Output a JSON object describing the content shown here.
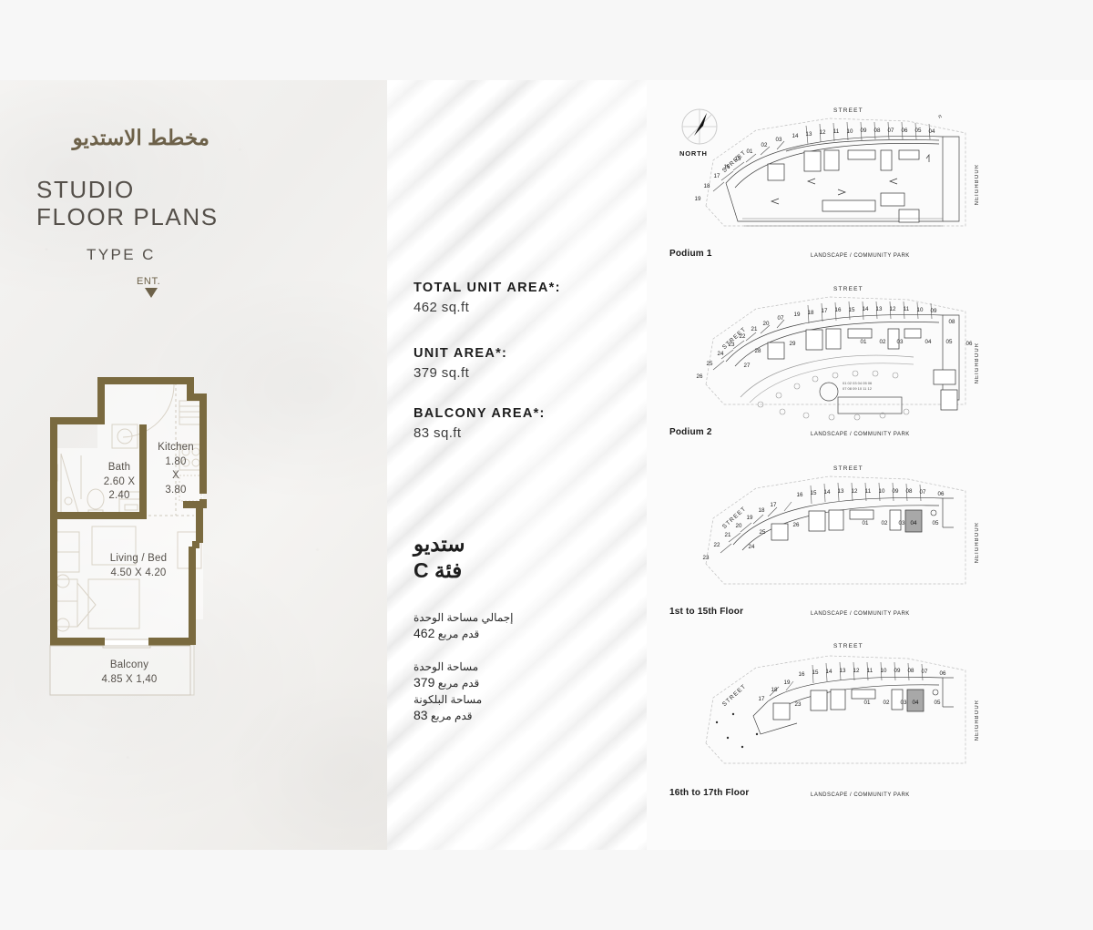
{
  "header": {
    "title_ar": "مخطط الاستديو",
    "title_en_line1": "STUDIO",
    "title_en_line2": "FLOOR PLANS",
    "type_label": "TYPE C"
  },
  "floor_plan": {
    "entrance_label": "ENT.",
    "rooms": [
      {
        "name": "Bath",
        "dims": "2.60 X",
        "dims2": "2.40"
      },
      {
        "name": "Kitchen",
        "dims": "1.80",
        "x": "X",
        "dims2": "3.80"
      },
      {
        "name": "Living / Bed",
        "dims": "4.50 X 4.20"
      },
      {
        "name": "Balcony",
        "dims": "4.85 X 1,40"
      }
    ],
    "wall_color": "#7a6a3f"
  },
  "areas_en": [
    {
      "label": "TOTAL UNIT AREA*:",
      "value": "462 sq.ft"
    },
    {
      "label": "UNIT AREA*:",
      "value": "379 sq.ft"
    },
    {
      "label": "BALCONY AREA*:",
      "value": "83 sq.ft"
    }
  ],
  "areas_ar": {
    "title_line1": "ستديو",
    "title_line2": "فئة C",
    "rows": [
      {
        "label": "إجمالي مساحة الوحدة",
        "value": "462",
        "unit": "قدم مربع"
      },
      {
        "label": "مساحة الوحدة",
        "value": "379",
        "unit": "قدم مربع"
      },
      {
        "label": "مساحة البلكونة",
        "value": "83",
        "unit": "قدم مربع"
      }
    ]
  },
  "key_plans": {
    "north_label": "NORTH",
    "street_label": "STREET",
    "park_label": "LANDSCAPE / COMMUNITY PARK",
    "neighbour_label": "NEIGHBOUR",
    "highlight_color": "#a8a8a8",
    "plans": [
      {
        "title": "Podium 1",
        "top_units": [
          "14",
          "13",
          "12",
          "11",
          "10",
          "09",
          "08",
          "07",
          "06",
          "05",
          "04",
          "03",
          "02",
          "01"
        ],
        "left_units": [
          "19",
          "18",
          "17",
          "16",
          "15"
        ],
        "highlight": null
      },
      {
        "title": "Podium 2",
        "top_units": [
          "19",
          "18",
          "17",
          "16",
          "15",
          "14",
          "13",
          "12",
          "11",
          "10",
          "09",
          "08",
          "07"
        ],
        "left_units": [
          "26",
          "25",
          "24",
          "23",
          "22",
          "21",
          "20"
        ],
        "inner_units": [
          "29",
          "01",
          "02",
          "03",
          "04",
          "05",
          "06"
        ],
        "extra_units": [
          "28",
          "27"
        ],
        "highlight": null
      },
      {
        "title": "1st to 15th Floor",
        "top_units": [
          "16",
          "15",
          "14",
          "13",
          "12",
          "11",
          "10",
          "09",
          "08",
          "07",
          "06"
        ],
        "left_units": [
          "23",
          "22",
          "21",
          "20",
          "19",
          "18",
          "17"
        ],
        "inner_units": [
          "26",
          "01",
          "02",
          "03",
          "04",
          "05"
        ],
        "extra_units": [
          "25",
          "24"
        ],
        "highlight": "04"
      },
      {
        "title": "16th to 17th Floor",
        "top_units": [
          "16",
          "15",
          "14",
          "13",
          "12",
          "11",
          "10",
          "09",
          "08",
          "07",
          "06"
        ],
        "left_units": [
          "19",
          "18",
          "17"
        ],
        "inner_units": [
          "23",
          "01",
          "02",
          "03",
          "04",
          "05"
        ],
        "extra_units": [],
        "highlight": "04"
      }
    ]
  }
}
